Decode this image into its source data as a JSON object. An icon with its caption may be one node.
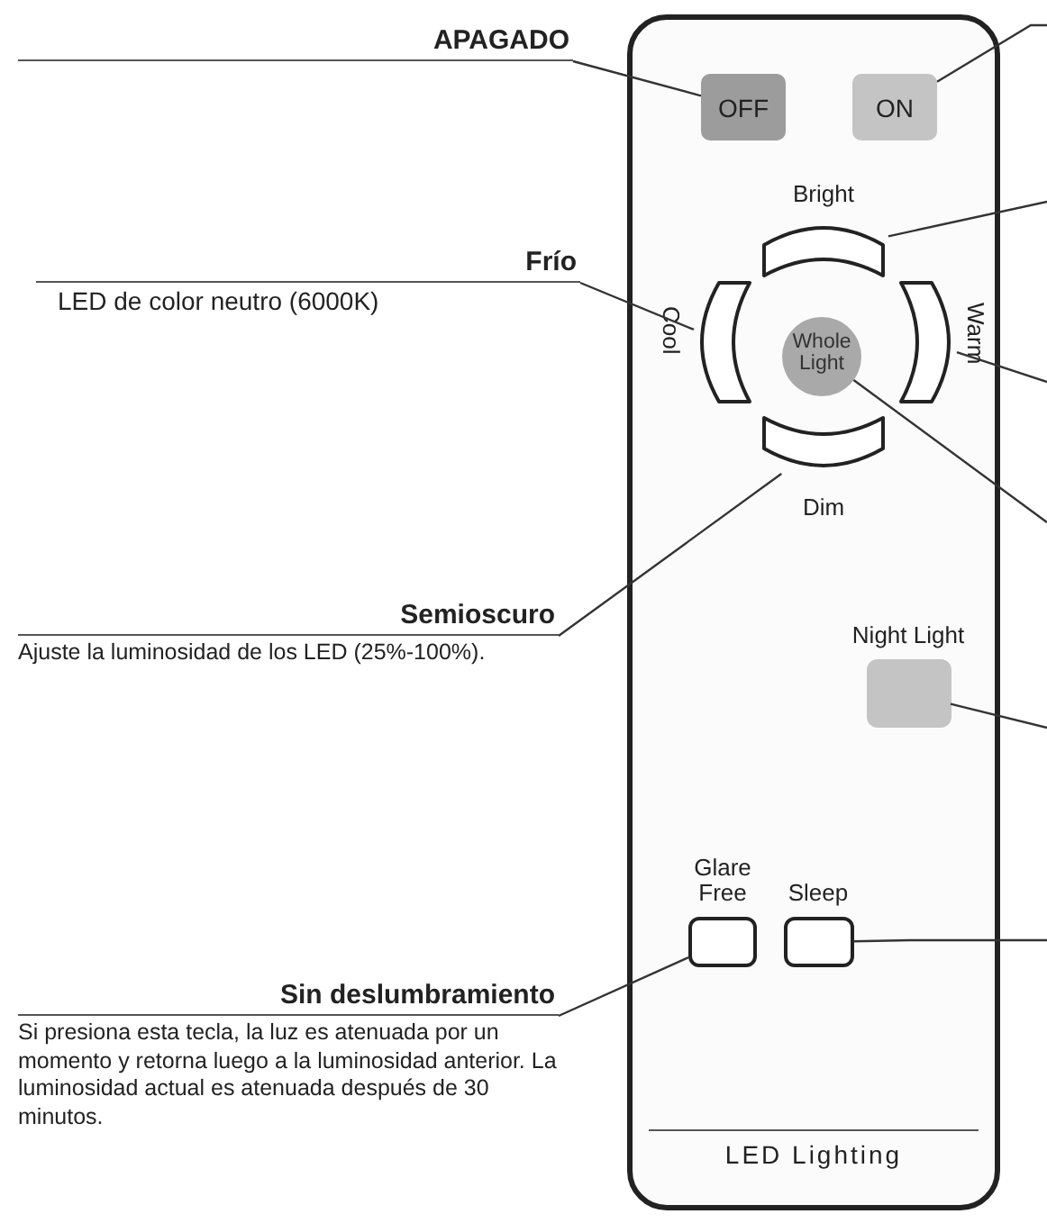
{
  "diagram": {
    "nodes": [
      {
        "text": [
          "LED Lighting"
        ]
      },
      {
        "text": [
          "OFF"
        ],
        "in": 0
      },
      {
        "text": [
          "ON"
        ],
        "in": 0
      },
      {
        "text": [
          "Bright"
        ],
        "in": 0
      },
      {
        "text": [
          "Cool"
        ],
        "in": 0
      },
      {
        "text": [
          "Whole Light"
        ],
        "in": 0
      },
      {
        "text": [
          "Warm"
        ],
        "in": 0
      },
      {
        "text": [
          "Dim"
        ],
        "in": 0
      },
      {
        "text": [
          "Night Light"
        ],
        "in": 0
      },
      {
        "text": [
          "Glare Free"
        ],
        "in": 0
      },
      {
        "text": [
          "Sleep"
        ],
        "in": 0
      },
      {
        "text": [
          "APAGADO"
        ]
      },
      {
        "text": [
          "Frío",
          "LED de color neutro (6000K)"
        ]
      },
      {
        "text": [
          "Semioscuro",
          "Ajuste la luminosidad de los LED (25%-100%)."
        ]
      },
      {
        "text": [
          "Sin deslumbramiento",
          "Si presiona esta tecla, la luz es atenuada por un momento y retorna luego a la luminosidad anterior. La luminosidad actual es atenuada después de 30 minutos."
        ]
      }
    ],
    "edges": [
      {
        "from": 11,
        "to": 1,
        "arrow": "none"
      },
      {
        "from": 12,
        "to": 4,
        "arrow": "none"
      },
      {
        "from": 13,
        "to": 7,
        "arrow": "none"
      },
      {
        "from": 14,
        "to": 9,
        "arrow": "none"
      },
      {
        "from": null,
        "to": 2,
        "arrow": "none"
      },
      {
        "from": null,
        "to": 3,
        "arrow": "none"
      },
      {
        "from": null,
        "to": 6,
        "arrow": "none"
      },
      {
        "from": null,
        "to": 5,
        "arrow": "none"
      },
      {
        "from": null,
        "to": 8,
        "arrow": "none"
      },
      {
        "from": null,
        "to": 10,
        "arrow": "none"
      }
    ]
  }
}
